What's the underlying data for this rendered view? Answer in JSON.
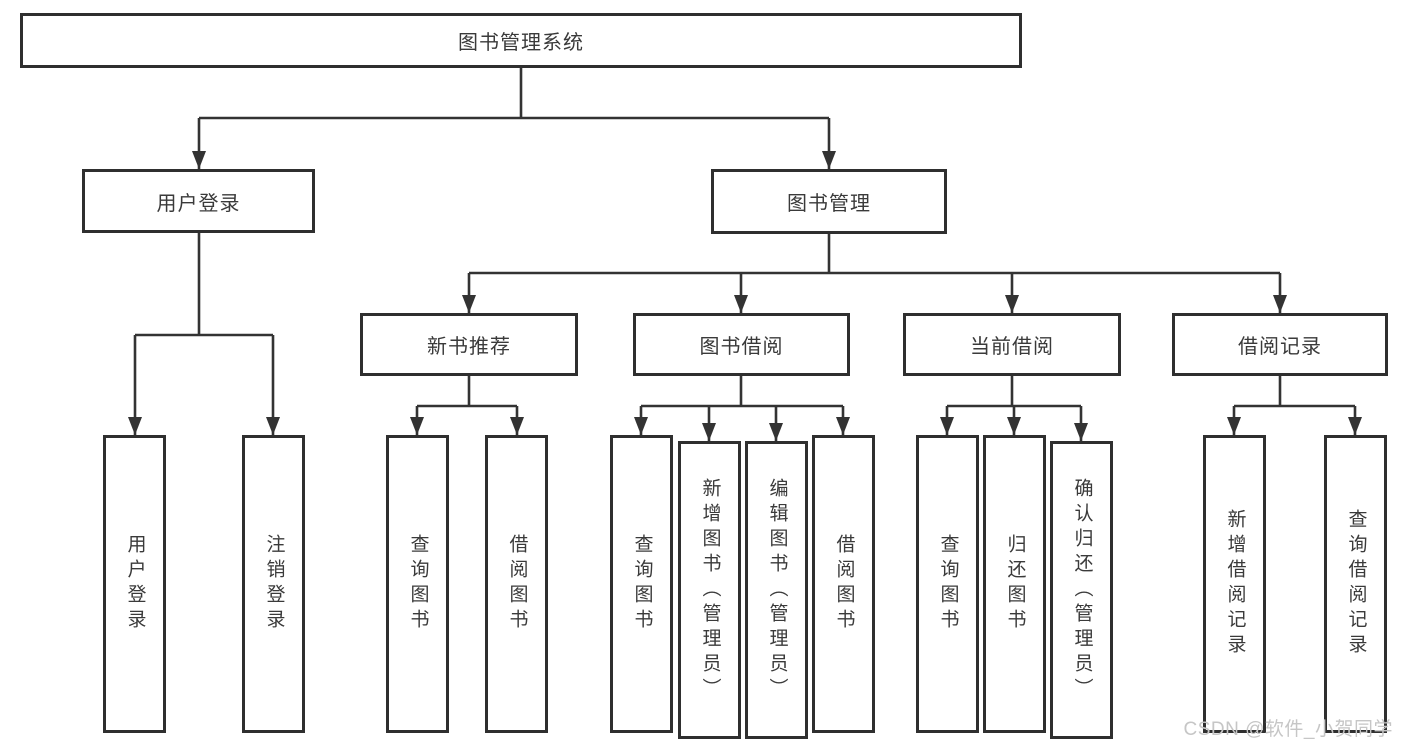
{
  "colors": {
    "line": "#333333",
    "box_border": "#2f2f2f",
    "box_background": "#ffffff",
    "text": "#3a3a3a",
    "watermark": "#c6c6c6"
  },
  "tree": {
    "root": {
      "label": "图书管理系统"
    },
    "branches": [
      {
        "label": "用户登录",
        "children": [
          {
            "label": "用户登录"
          },
          {
            "label": "注销登录"
          }
        ]
      },
      {
        "label": "图书管理",
        "groups": [
          {
            "label": "新书推荐",
            "children": [
              {
                "label": "查询图书"
              },
              {
                "label": "借阅图书"
              }
            ]
          },
          {
            "label": "图书借阅",
            "children": [
              {
                "label": "查询图书"
              },
              {
                "label": "新增图书（管理员）"
              },
              {
                "label": "编辑图书（管理员）"
              },
              {
                "label": "借阅图书"
              }
            ]
          },
          {
            "label": "当前借阅",
            "children": [
              {
                "label": "查询图书"
              },
              {
                "label": "归还图书"
              },
              {
                "label": "确认归还（管理员）"
              }
            ]
          },
          {
            "label": "借阅记录",
            "children": [
              {
                "label": "新增借阅记录"
              },
              {
                "label": "查询借阅记录"
              }
            ]
          }
        ]
      }
    ]
  },
  "watermark": {
    "text": "CSDN @软件_小贺同学"
  }
}
